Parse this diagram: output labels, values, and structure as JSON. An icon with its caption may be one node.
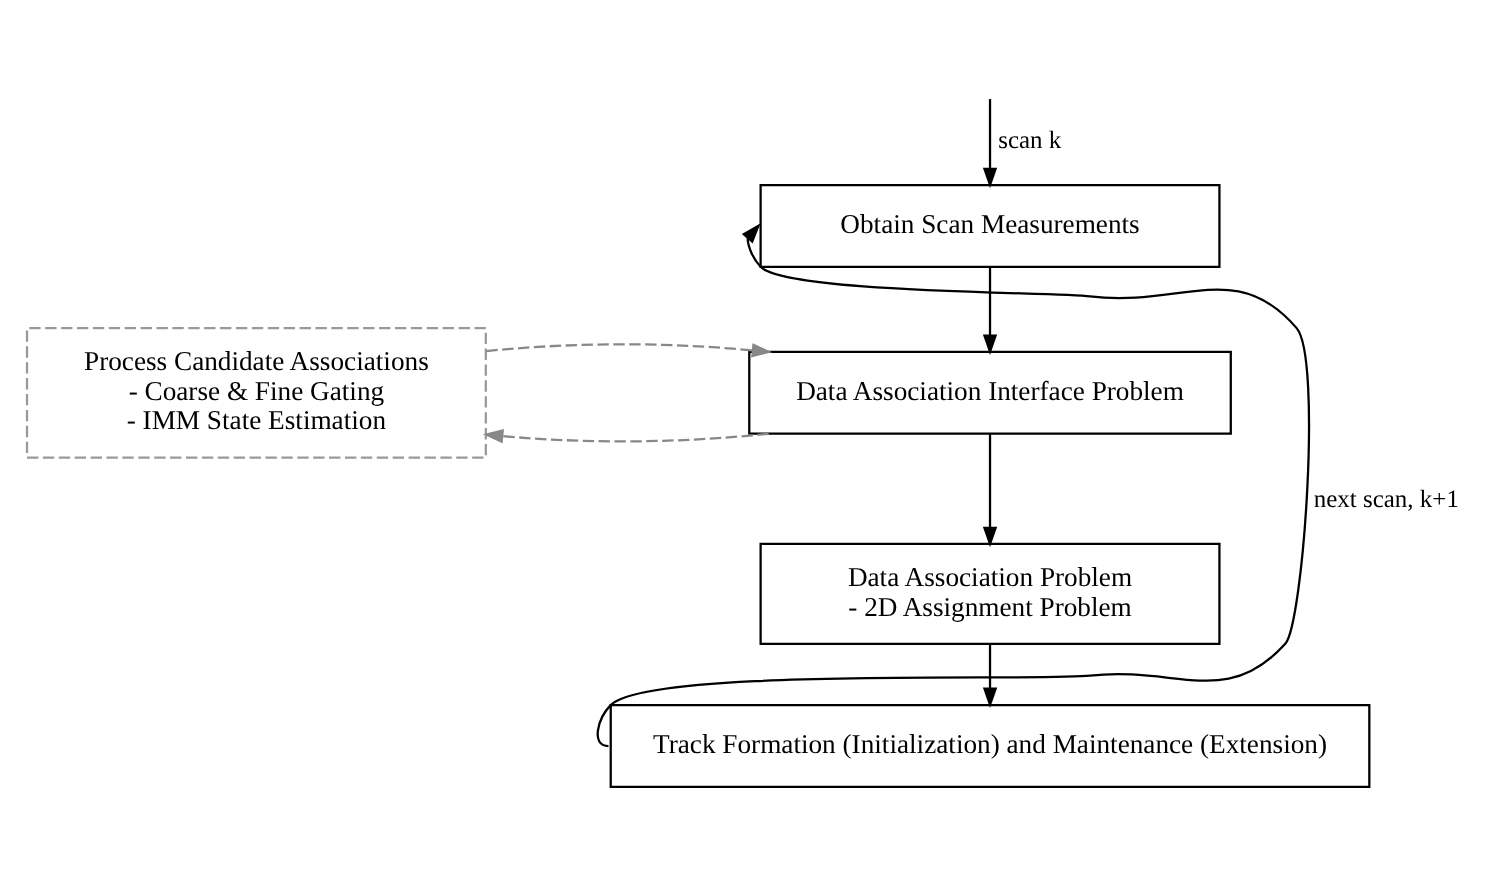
{
  "diagram": {
    "nodes": [
      {
        "text": [
          "Obtain Scan Measurements"
        ]
      },
      {
        "text": [
          "Data Association Interface Problem"
        ]
      },
      {
        "text": [
          "Data Association Problem",
          "- 2D Assignment Problem"
        ]
      },
      {
        "text": [
          "Track Formation (Initialization) and Maintenance (Extension)"
        ]
      },
      {
        "text": [
          "Process Candidate Associations",
          "- Coarse & Fine Gating",
          "- IMM State Estimation"
        ]
      }
    ],
    "edges": [
      {
        "from": null,
        "to": 0,
        "arrow": "to",
        "label": "scan k"
      },
      {
        "from": 0,
        "to": 1,
        "arrow": "to"
      },
      {
        "from": 1,
        "to": 2,
        "arrow": "to"
      },
      {
        "from": 2,
        "to": 3,
        "arrow": "to"
      },
      {
        "from": 1,
        "to": 4,
        "arrow": "to",
        "style": "dashed",
        "color": "#888888"
      },
      {
        "from": 4,
        "to": 1,
        "arrow": "to",
        "style": "dashed",
        "color": "#888888"
      },
      {
        "from": 3,
        "to": 0,
        "arrow": "to",
        "label": "next scan, k+1"
      }
    ]
  }
}
